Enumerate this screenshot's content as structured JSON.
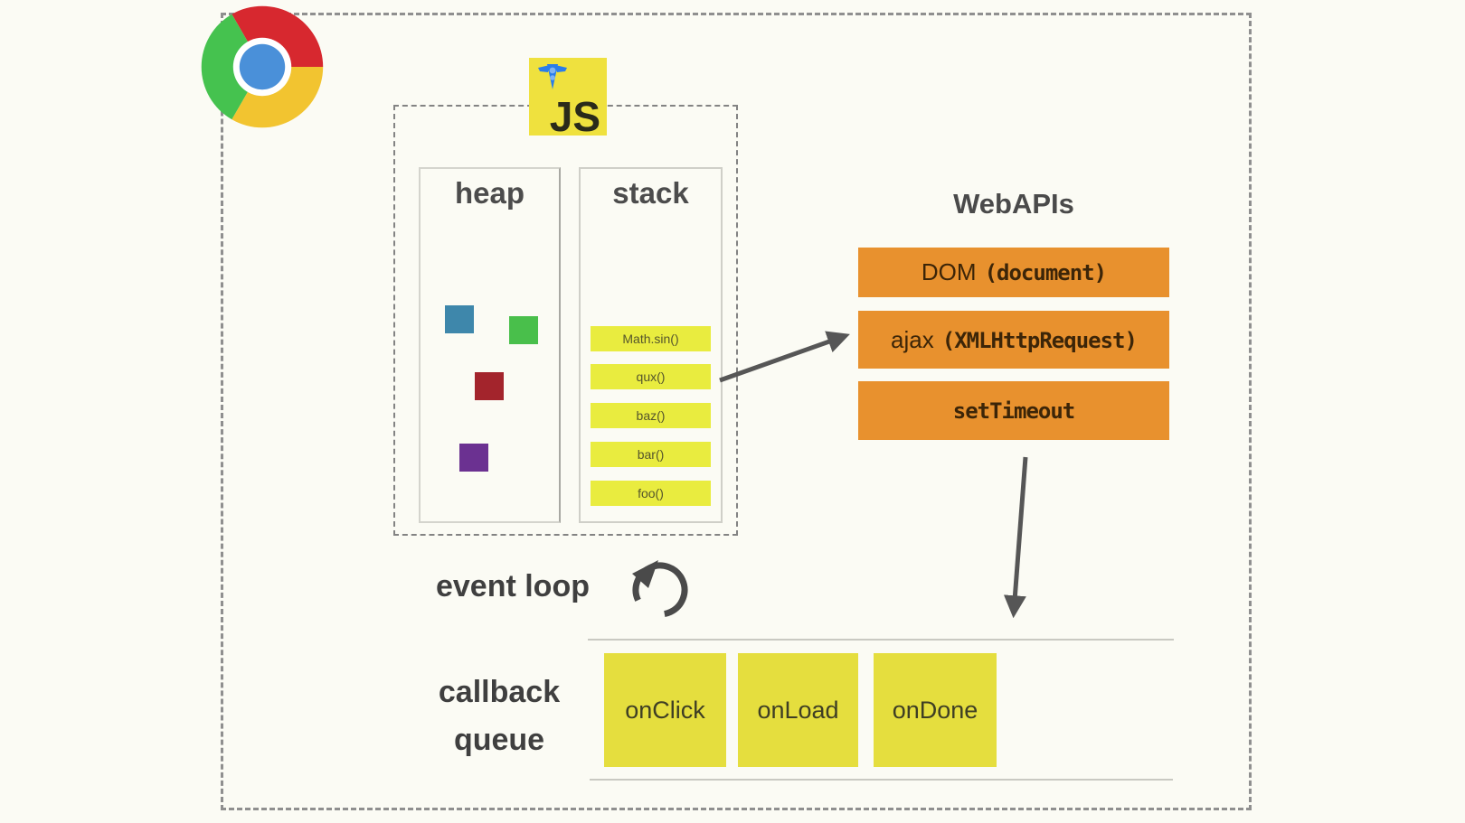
{
  "title": "JavaScript runtime / event loop diagram",
  "colors": {
    "background": "#fbfbf4",
    "dashed_border": "#8f8f8f",
    "js_logo_yellow": "#efe13e",
    "stack_frame_yellow": "#e9ec3f",
    "callback_yellow": "#e5de3e",
    "webapi_orange": "#e8912e",
    "heap_blue": "#3e87ab",
    "heap_green": "#49bf4b",
    "heap_red": "#a3242c",
    "heap_purple": "#6b3191",
    "arrow_gray": "#565656",
    "line_gray": "#c9c9c2",
    "chrome_red": "#d7282f",
    "chrome_green": "#45c24f",
    "chrome_yellow": "#f2c430",
    "chrome_blue": "#4a90d9"
  },
  "js_runtime": {
    "logo_label": "JS",
    "heap": {
      "label": "heap",
      "objects": [
        {
          "name": "heap-object-blue",
          "color": "#3e87ab"
        },
        {
          "name": "heap-object-green",
          "color": "#49bf4b"
        },
        {
          "name": "heap-object-red",
          "color": "#a3242c"
        },
        {
          "name": "heap-object-purple",
          "color": "#6b3191"
        }
      ]
    },
    "stack": {
      "label": "stack",
      "frames": [
        "Math.sin()",
        "qux()",
        "baz()",
        "bar()",
        "foo()"
      ]
    }
  },
  "webapis": {
    "title": "WebAPIs",
    "boxes": [
      {
        "name": "DOM",
        "code": "(document)"
      },
      {
        "name": "ajax",
        "code": "(XMLHttpRequest)"
      },
      {
        "name": "",
        "code": "setTimeout"
      }
    ]
  },
  "event_loop": {
    "label": "event loop"
  },
  "callback_queue": {
    "label_line1": "callback",
    "label_line2": "queue",
    "items": [
      "onClick",
      "onLoad",
      "onDone"
    ]
  }
}
